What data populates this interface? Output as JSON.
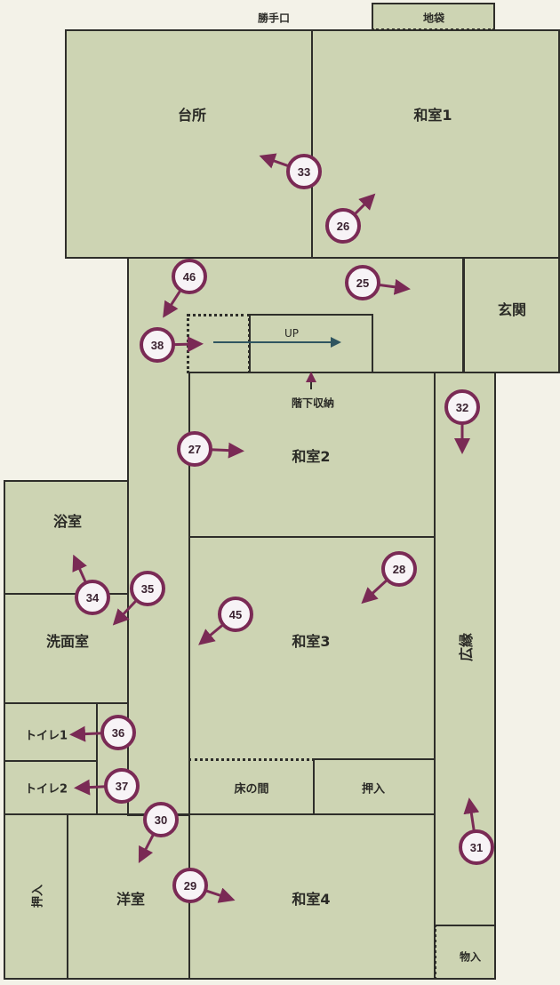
{
  "plan": {
    "exterior_labels": {
      "kitchen_door": "勝手口"
    },
    "rooms": {
      "jibukuro": "地袋",
      "kitchen": "台所",
      "washitsu1": "和室1",
      "genkan": "玄関",
      "stairs_up": "UP",
      "under_stairs": "階下収納",
      "washitsu2": "和室2",
      "engawa": "広縁",
      "bath": "浴室",
      "washroom": "洗面室",
      "washitsu3": "和室3",
      "toilet1": "トイレ1",
      "toilet2": "トイレ2",
      "tokonoma": "床の間",
      "oshiire_mid": "押入",
      "oshiire_left": "押入",
      "yoshitsu": "洋室",
      "washitsu4": "和室4",
      "monoire": "物入"
    },
    "markers": [
      "33",
      "26",
      "46",
      "25",
      "38",
      "32",
      "27",
      "28",
      "45",
      "34",
      "35",
      "36",
      "37",
      "30",
      "29",
      "31"
    ],
    "colors": {
      "room_fill": "#cdd4b3",
      "marker": "#7a2a55",
      "wall": "#2e2e2a",
      "stair_arrow": "#2f5560"
    }
  }
}
